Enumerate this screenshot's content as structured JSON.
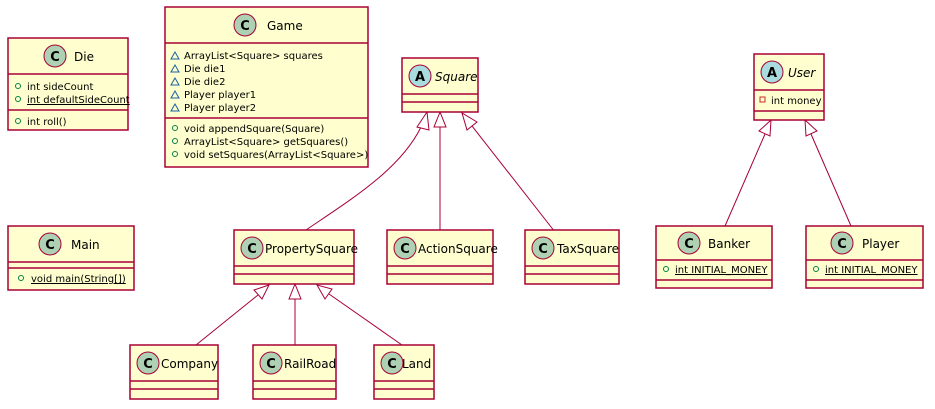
{
  "colors": {
    "class_fill": "#FEFECE",
    "border": "#A80036",
    "class_circle": "#ADD1B2",
    "abstract_circle": "#A9DCDF",
    "public_marker": "#038048",
    "private_marker": "#C82930",
    "package_marker": "#1963A0"
  },
  "classes": {
    "die": {
      "kind": "C",
      "name": "Die",
      "fields": [
        {
          "visibility": "public",
          "text": "int sideCount",
          "static": false
        },
        {
          "visibility": "public",
          "text": "int defaultSideCount",
          "static": true
        }
      ],
      "methods": [
        {
          "visibility": "public",
          "text": "int roll()",
          "static": false
        }
      ]
    },
    "game": {
      "kind": "C",
      "name": "Game",
      "fields": [
        {
          "visibility": "package",
          "text": "ArrayList<Square> squares",
          "static": false
        },
        {
          "visibility": "package",
          "text": "Die die1",
          "static": false
        },
        {
          "visibility": "package",
          "text": "Die die2",
          "static": false
        },
        {
          "visibility": "package",
          "text": "Player player1",
          "static": false
        },
        {
          "visibility": "package",
          "text": "Player player2",
          "static": false
        }
      ],
      "methods": [
        {
          "visibility": "public",
          "text": "void appendSquare(Square)",
          "static": false
        },
        {
          "visibility": "public",
          "text": "ArrayList<Square> getSquares()",
          "static": false
        },
        {
          "visibility": "public",
          "text": "void setSquares(ArrayList<Square>)",
          "static": false
        }
      ]
    },
    "main": {
      "kind": "C",
      "name": "Main",
      "fields": [],
      "methods": [
        {
          "visibility": "public",
          "text": "void main(String[])",
          "static": true
        }
      ]
    },
    "square": {
      "kind": "A",
      "name": "Square",
      "abstract": true,
      "fields": [],
      "methods": []
    },
    "user": {
      "kind": "A",
      "name": "User",
      "abstract": true,
      "fields": [
        {
          "visibility": "private",
          "text": "int money",
          "static": false
        }
      ],
      "methods": []
    },
    "property_square": {
      "kind": "C",
      "name": "PropertySquare",
      "fields": [],
      "methods": []
    },
    "action_square": {
      "kind": "C",
      "name": "ActionSquare",
      "fields": [],
      "methods": []
    },
    "tax_square": {
      "kind": "C",
      "name": "TaxSquare",
      "fields": [],
      "methods": []
    },
    "banker": {
      "kind": "C",
      "name": "Banker",
      "fields": [
        {
          "visibility": "public",
          "text": "int INITIAL_MONEY",
          "static": true
        }
      ],
      "methods": []
    },
    "player": {
      "kind": "C",
      "name": "Player",
      "fields": [
        {
          "visibility": "public",
          "text": "int INITIAL_MONEY",
          "static": true
        }
      ],
      "methods": []
    },
    "company": {
      "kind": "C",
      "name": "Company",
      "fields": [],
      "methods": []
    },
    "railroad": {
      "kind": "C",
      "name": "RailRoad",
      "fields": [],
      "methods": []
    },
    "land": {
      "kind": "C",
      "name": "Land",
      "fields": [],
      "methods": []
    }
  },
  "relations": [
    {
      "type": "generalization",
      "from": "PropertySquare",
      "to": "Square"
    },
    {
      "type": "generalization",
      "from": "ActionSquare",
      "to": "Square"
    },
    {
      "type": "generalization",
      "from": "TaxSquare",
      "to": "Square"
    },
    {
      "type": "generalization",
      "from": "Banker",
      "to": "User"
    },
    {
      "type": "generalization",
      "from": "Player",
      "to": "User"
    },
    {
      "type": "generalization",
      "from": "Company",
      "to": "PropertySquare"
    },
    {
      "type": "generalization",
      "from": "RailRoad",
      "to": "PropertySquare"
    },
    {
      "type": "generalization",
      "from": "Land",
      "to": "PropertySquare"
    }
  ]
}
